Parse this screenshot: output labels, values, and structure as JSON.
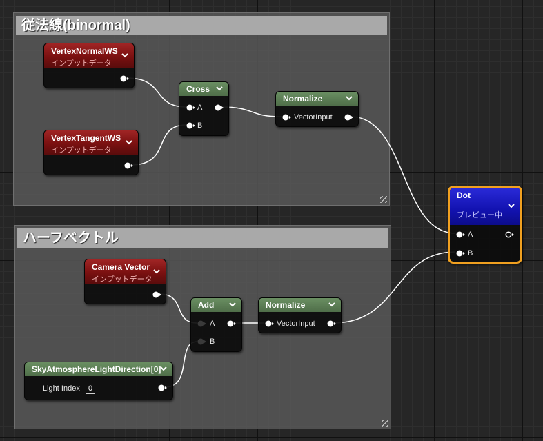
{
  "comments": {
    "binormal": {
      "title": "従法線(binormal)"
    },
    "halfvector": {
      "title": "ハーフベクトル"
    }
  },
  "nodes": {
    "vertex_normal_ws": {
      "title": "VertexNormalWS",
      "subtitle": "インプットデータ"
    },
    "vertex_tangent_ws": {
      "title": "VertexTangentWS",
      "subtitle": "インプットデータ"
    },
    "cross": {
      "title": "Cross",
      "pins": {
        "a": "A",
        "b": "B"
      }
    },
    "normalize_top": {
      "title": "Normalize",
      "pins": {
        "input": "VectorInput"
      }
    },
    "dot": {
      "title": "Dot",
      "subtitle": "プレビュー中",
      "pins": {
        "a": "A",
        "b": "B"
      }
    },
    "camera_vector": {
      "title": "Camera Vector",
      "subtitle": "インプットデータ"
    },
    "add": {
      "title": "Add",
      "pins": {
        "a": "A",
        "b": "B"
      }
    },
    "normalize_bottom": {
      "title": "Normalize",
      "pins": {
        "input": "VectorInput"
      }
    },
    "sky_atmosphere": {
      "title": "SkyAtmosphereLightDirection[0]",
      "light_index_label": "Light Index",
      "light_index_value": "0"
    }
  },
  "icons": {
    "pin_connected": "exec-pin-filled-icon",
    "pin_unconnected": "exec-pin-hollow-icon",
    "collapse": "chevron-down-icon"
  },
  "colors": {
    "input_header": "#7a1010",
    "function_header": "#4f6e49",
    "selected_outline": "#f0a020",
    "dot_header": "#1212b0",
    "comment_title": "#a9a9a9",
    "wire": "#ffffff"
  }
}
